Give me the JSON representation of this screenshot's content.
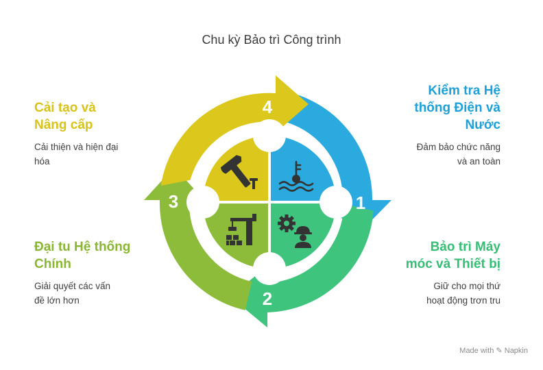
{
  "title": "Chu kỳ Bảo trì Công trình",
  "stages": [
    {
      "number": "1",
      "title": "Kiểm tra Hệ thống Điện và Nước",
      "title_lines": [
        "Kiểm tra Hệ",
        "thống Điện và",
        "Nước"
      ],
      "desc_lines": [
        "Đảm bảo chức năng",
        "và an toàn"
      ],
      "color": "#2aaadf",
      "icon": "thermometer-water-icon"
    },
    {
      "number": "2",
      "title": "Bảo trì Máy móc và Thiết bị",
      "title_lines": [
        "Bảo trì Máy",
        "móc và Thiết bị"
      ],
      "desc_lines": [
        "Giữ cho mọi thứ",
        "hoạt động trơn tru"
      ],
      "color": "#3fc47e",
      "icon": "gear-worker-icon"
    },
    {
      "number": "3",
      "title": "Đại tu Hệ thống Chính",
      "title_lines": [
        "Đại tu Hệ thống",
        "Chính"
      ],
      "desc_lines": [
        "Giải quyết các vấn",
        "đề lớn hơn"
      ],
      "color": "#8dbb3a",
      "icon": "crane-icon"
    },
    {
      "number": "4",
      "title": "Cải tạo và Nâng cấp",
      "title_lines": [
        "Cải tạo và",
        "Nâng cấp"
      ],
      "desc_lines": [
        "Cải thiện và hiện đại",
        "hóa"
      ],
      "color": "#dcc81c",
      "icon": "hammer-nail-icon"
    }
  ],
  "brand": "Made with ✎ Napkin"
}
